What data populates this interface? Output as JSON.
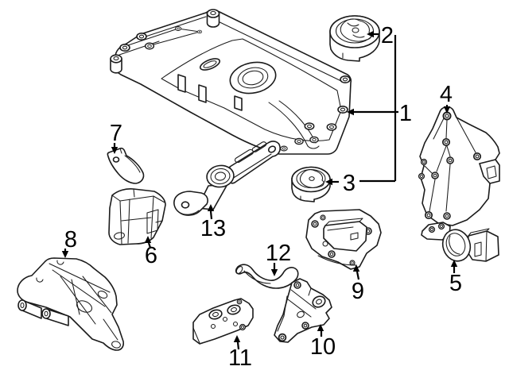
{
  "page": {
    "background_color": "#ffffff",
    "line_color": "#1b1b1b",
    "label_color": "#000000"
  },
  "diagram": {
    "description": "exploded parts line drawing",
    "callouts": [
      {
        "label": "1"
      },
      {
        "label": "2"
      },
      {
        "label": "3"
      },
      {
        "label": "4"
      },
      {
        "label": "5"
      },
      {
        "label": "6"
      },
      {
        "label": "7"
      },
      {
        "label": "8"
      },
      {
        "label": "9"
      },
      {
        "label": "10"
      },
      {
        "label": "11"
      },
      {
        "label": "12"
      },
      {
        "label": "13"
      }
    ]
  }
}
